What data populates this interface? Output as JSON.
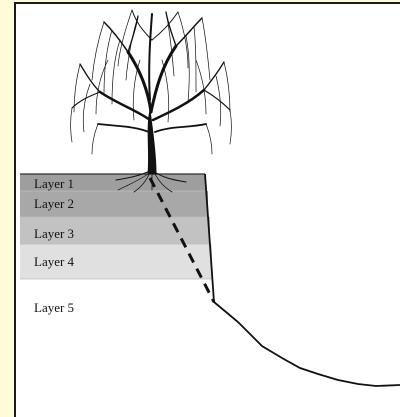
{
  "diagram": {
    "layers": [
      {
        "label": "Layer 1",
        "color": "#9e9e9e"
      },
      {
        "label": "Layer 2",
        "color": "#a8a8a8"
      },
      {
        "label": "Layer 3",
        "color": "#c2c2c2"
      },
      {
        "label": "Layer 4",
        "color": "#e0e0e0"
      },
      {
        "label": "Layer 5",
        "color": "#ffffff"
      }
    ],
    "background_color": "#fefcd6",
    "border_color": "#1a1a1a",
    "failure_line_style": "dashed",
    "icons": [
      "tree-icon"
    ]
  }
}
